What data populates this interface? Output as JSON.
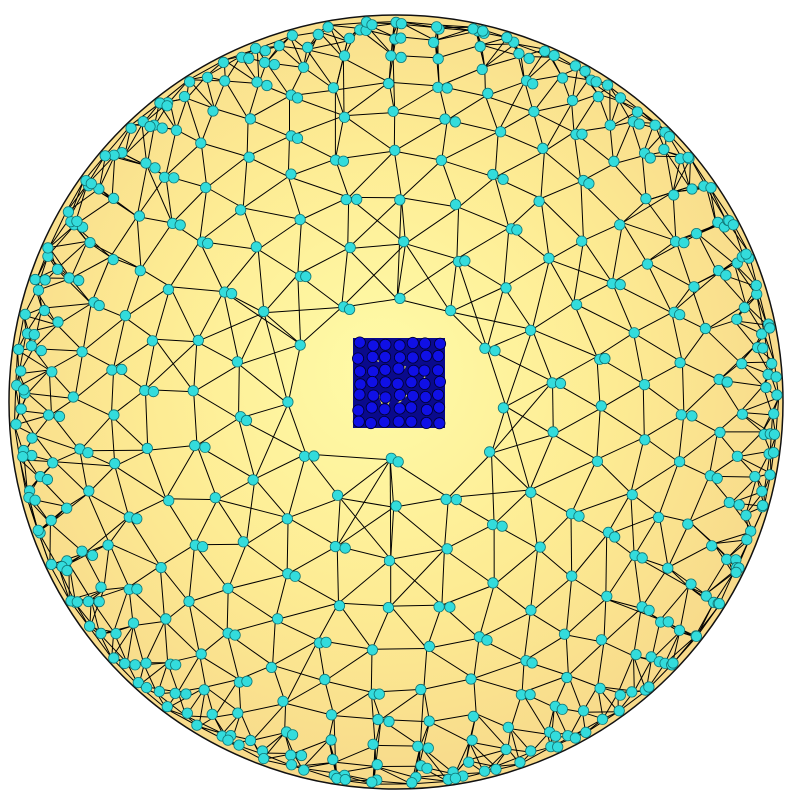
{
  "scene": {
    "kind": "triangulated-sphere-mesh",
    "background_color": "#ffffff",
    "sphere_fill_center": "#fffba8",
    "sphere_fill_edge": "#f7d98a",
    "mesh_line_color": "#000000",
    "outline_color": "#111111"
  },
  "nodes": {
    "color": "#33dcdc",
    "stroke": "#117777"
  },
  "refined_patch": {
    "fill": "#0a0a8c",
    "node_color": "#1010e6",
    "node_stroke": "#000033",
    "inner_edge_color": "#e8e06a",
    "grid_rows": 7,
    "grid_cols": 7
  }
}
